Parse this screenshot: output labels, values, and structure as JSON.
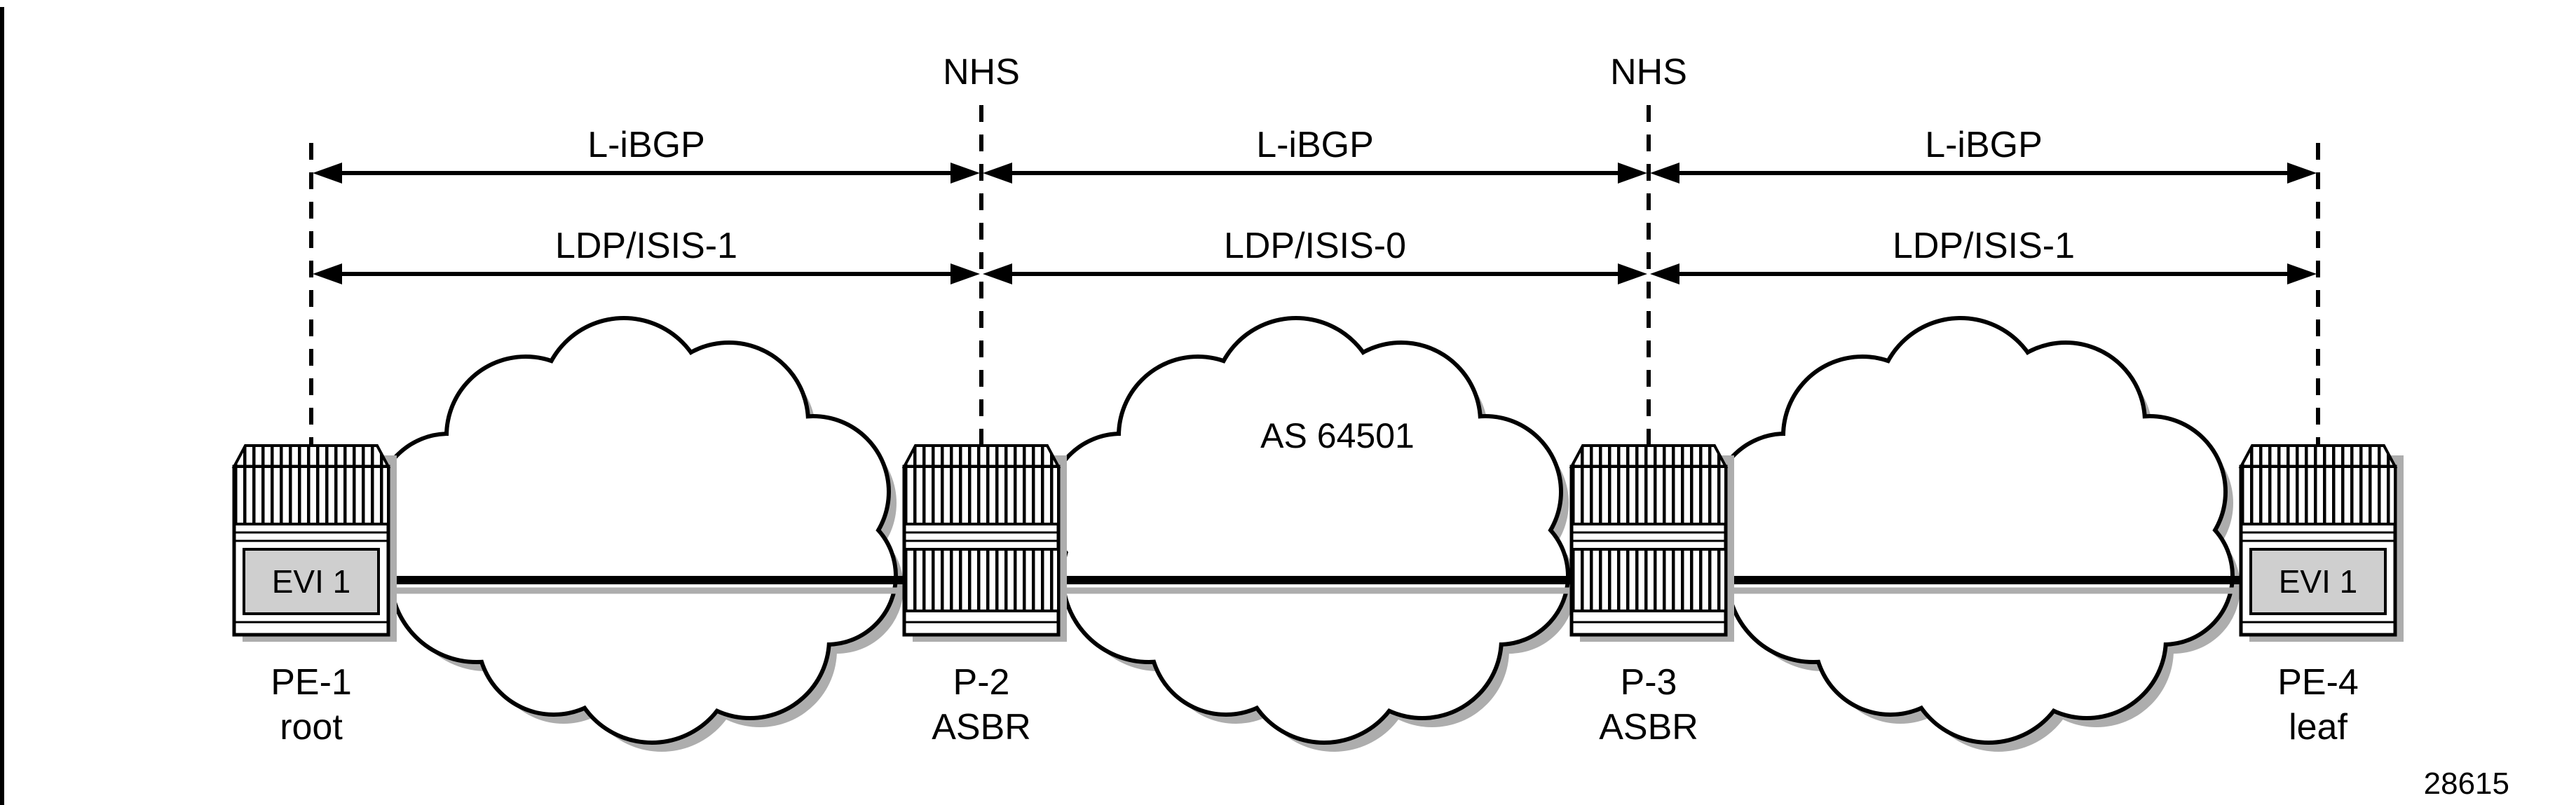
{
  "labels": {
    "nhs_left": "NHS",
    "nhs_right": "NHS",
    "as_number": "AS 64501",
    "figure_number": "28615"
  },
  "links": {
    "bgp_sessions": [
      "L-iBGP",
      "L-iBGP",
      "L-iBGP"
    ],
    "transport_segments": [
      "LDP/ISIS-1",
      "LDP/ISIS-0",
      "LDP/ISIS-1"
    ]
  },
  "routers": [
    {
      "name": "PE-1",
      "role": "root",
      "evi": "EVI 1"
    },
    {
      "name": "P-2",
      "role": "ASBR"
    },
    {
      "name": "P-3",
      "role": "ASBR"
    },
    {
      "name": "PE-4",
      "role": "leaf",
      "evi": "EVI 1"
    }
  ],
  "colors": {
    "line": "#000000",
    "shadow": "#adadad",
    "evi_fill": "#cfcfcf",
    "background": "#ffffff"
  }
}
